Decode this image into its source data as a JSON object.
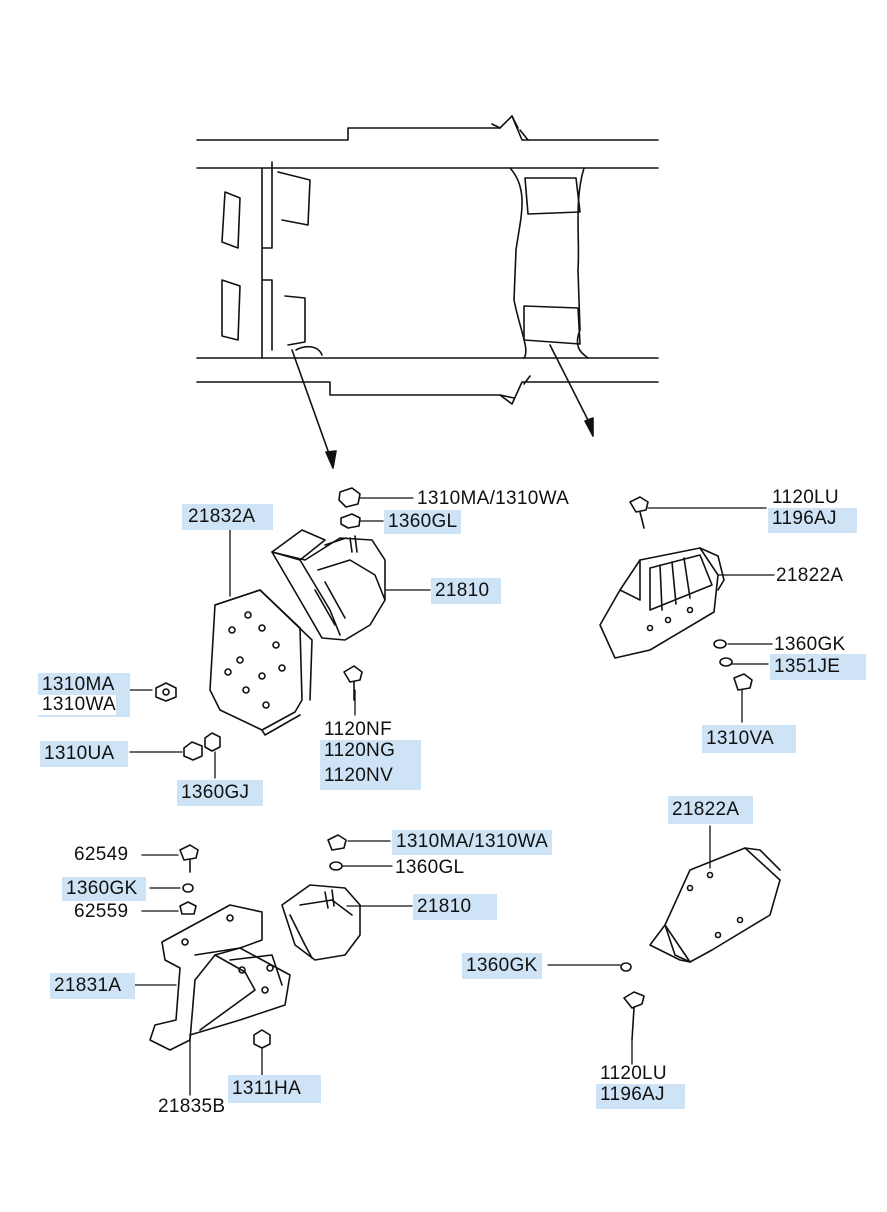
{
  "colors": {
    "highlight": "#cfe3f6",
    "line": "#111111"
  },
  "callouts": {
    "l1310ma_top": "1310MA",
    "slash_top": "/",
    "l1310wa_top": "1310WA",
    "l1360gl_top": "1360GL",
    "l21832a": "21832A",
    "l21810_top": "21810",
    "l1310ma_left": "1310MA",
    "l1310wa_left": "1310WA",
    "l1310ua": "1310UA",
    "l1360gj": "1360GJ",
    "l1120nf": "1120NF",
    "l1120ng": "1120NG",
    "l1120nv": "1120NV",
    "l1120lu_top": "1120LU",
    "l1196aj_top": "1196AJ",
    "l21822a_top": "21822A",
    "l1360gk_right": "1360GK",
    "l1351je": "1351JE",
    "l1310va": "1310VA",
    "l1310ma_bot": "1310MA",
    "slash_bot": "/",
    "l1310wa_bot": "1310WA",
    "l1360gl_bot": "1360GL",
    "l21810_bot": "21810",
    "l62549": "62549",
    "l1360gk_left": "1360GK",
    "l62559": "62559",
    "l21831a": "21831A",
    "l21835b": "21835B",
    "l1311ha": "1311HA",
    "l21822a_bot": "21822A",
    "l1360gk_bot": "1360GK",
    "l1120lu_bot": "1120LU",
    "l1196aj_bot": "1196AJ"
  }
}
